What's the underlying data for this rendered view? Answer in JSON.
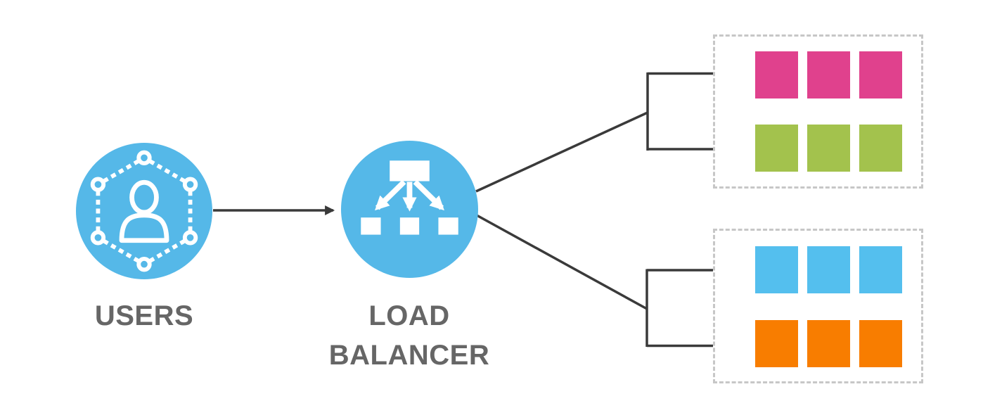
{
  "diagram": {
    "title": "load-balancer-architecture",
    "background_color": "#ffffff",
    "line_color": "#3a3a3a",
    "label_color": "#666666",
    "node_fill_color": "#55b8e8",
    "group_border_color": "#c7c7c7",
    "nodes": [
      {
        "id": "users",
        "label": "USERS",
        "icon": "users-icon"
      },
      {
        "id": "load-balancer",
        "label": "LOAD BALANCER",
        "icon": "load-balancer-icon"
      }
    ],
    "groups": [
      {
        "id": "group-1",
        "rows": [
          {
            "name": "pink-instances",
            "color": "#e0418d",
            "count": 3
          },
          {
            "name": "green-instances",
            "color": "#a3c24d",
            "count": 3
          }
        ]
      },
      {
        "id": "group-2",
        "rows": [
          {
            "name": "blue-instances",
            "color": "#54bfee",
            "count": 3
          },
          {
            "name": "orange-instances",
            "color": "#f87d00",
            "count": 3
          }
        ]
      }
    ],
    "connections": [
      {
        "from": "users",
        "to": "load-balancer"
      },
      {
        "from": "load-balancer",
        "to": "group-1-pink-row"
      },
      {
        "from": "load-balancer",
        "to": "group-1-green-row"
      },
      {
        "from": "load-balancer",
        "to": "group-2-blue-row"
      },
      {
        "from": "load-balancer",
        "to": "group-2-orange-row"
      }
    ]
  }
}
